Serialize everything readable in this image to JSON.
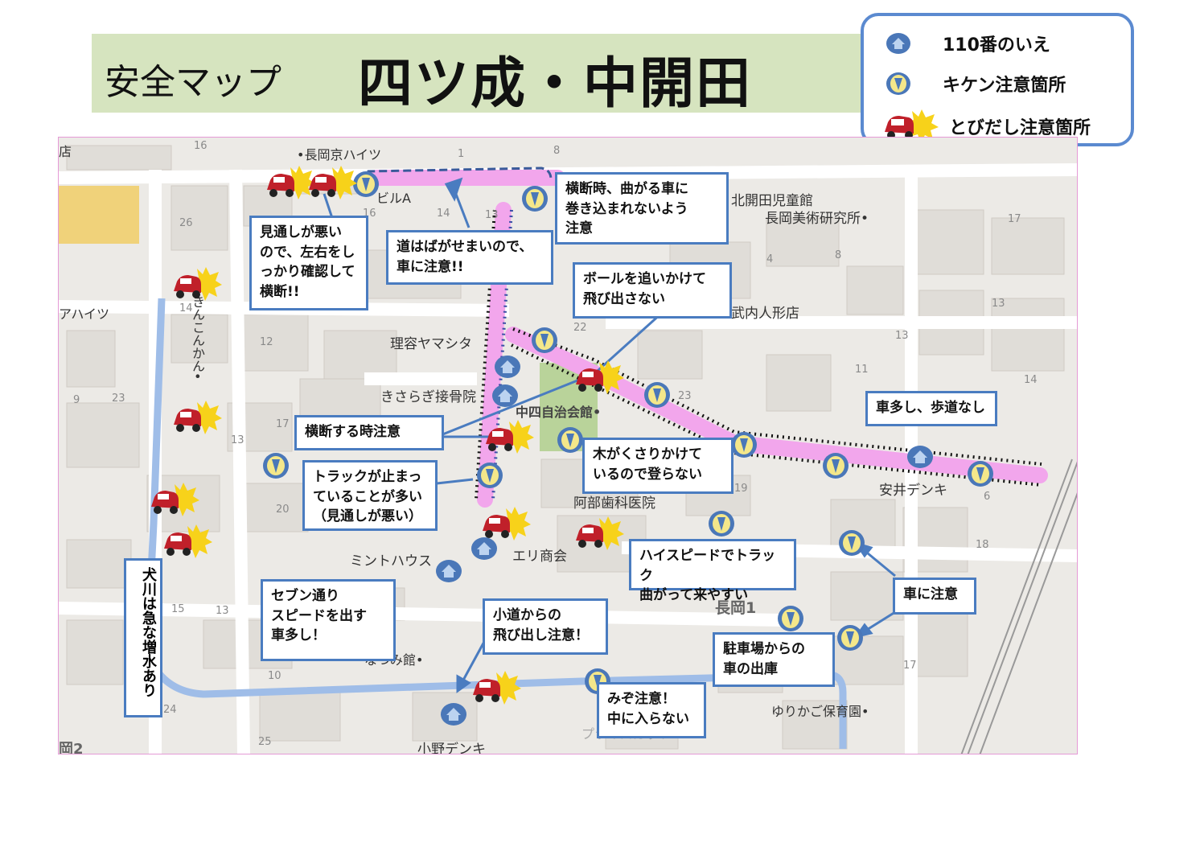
{
  "header": {
    "subtitle": "安全マップ",
    "title": "四ツ成・中開田"
  },
  "legend": {
    "police_house": "110番のいえ",
    "danger_spot": "キケン注意箇所",
    "rush_out_spot": "とびだし注意箇所"
  },
  "callouts": {
    "c1": "見通しが悪い\nので、左右をし\nっかり確認して\n横断!!",
    "c2": "道はばがせまいので、\n車に注意!!",
    "c3": "横断時、曲がる車に\n巻き込まれないよう\n注意",
    "c4": "ボールを追いかけて\n飛び出さない",
    "c5": "横断する時注意",
    "c6": "トラックが止まっ\nていることが多い\n（見通しが悪い）",
    "c7": "木がくさりかけて\nいるので登らない",
    "c8": "車多し、歩道なし",
    "c9": "ハイスピードでトラック\n曲がって来やすい",
    "c10": "車に注意",
    "c11": "セブン通り\nスピードを出す\n車多し！",
    "c12": "小道からの\n飛び出し注意！",
    "c13": "駐車場からの\n車の出庫",
    "c14": "みぞ注意！\n中に入らない",
    "c15": "犬川は急な増水あり"
  },
  "places": {
    "p1": "•長岡京ハイツ",
    "p2": "ビルA",
    "p3": "北開田児童館",
    "p4": "長岡美術研究所•",
    "p5": "武内人形店",
    "p6": "理容ヤマシタ",
    "p7": "きさらぎ接骨院",
    "p8": "中四自治会館•",
    "p9": "安井デンキ",
    "p10": "阿部歯科医院",
    "p11": "ミントハウス",
    "p12": "エリ商会",
    "p13": "長岡1",
    "p14": "なつみ館•",
    "p15": "小野デンキ",
    "p16": "ゆりかご保育園•",
    "p17": "アハイツ",
    "p18": "きんこんかん•",
    "p19": "店",
    "p20": "岡2",
    "p21": "プライスカット"
  },
  "colors": {
    "title_bg": "#d6e4bf",
    "callout_border": "#4a7cc0",
    "route_pink": "#f2a6ec",
    "route_dots": "#111111",
    "river_blue": "#9fbde8"
  }
}
